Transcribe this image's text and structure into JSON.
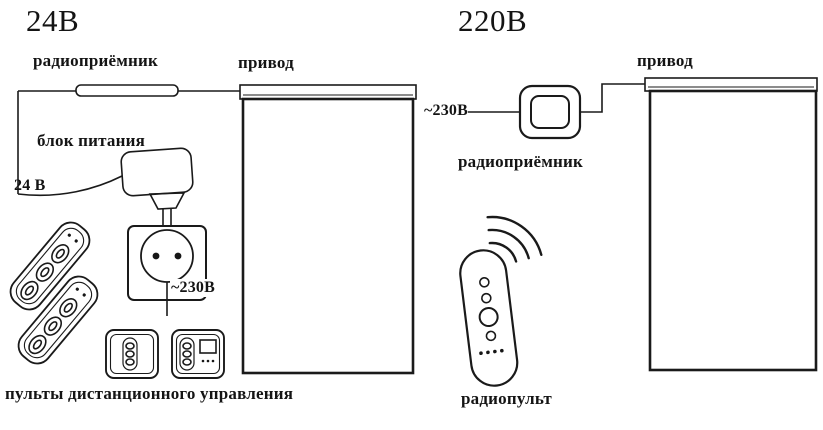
{
  "colors": {
    "ink": "#1a1a1a",
    "background": "#ffffff"
  },
  "left": {
    "title": "24В",
    "receiver_label": "радиоприёмник",
    "drive_label": "привод",
    "power_supply_label": "блок питания",
    "voltage_output": "24 В",
    "voltage_mains": "~230В",
    "caption": "пульты дистанционного управления"
  },
  "right": {
    "title": "220В",
    "voltage_mains": "~230В",
    "receiver_label": "радиоприёмник",
    "drive_label": "привод",
    "caption": "радиопульт"
  }
}
